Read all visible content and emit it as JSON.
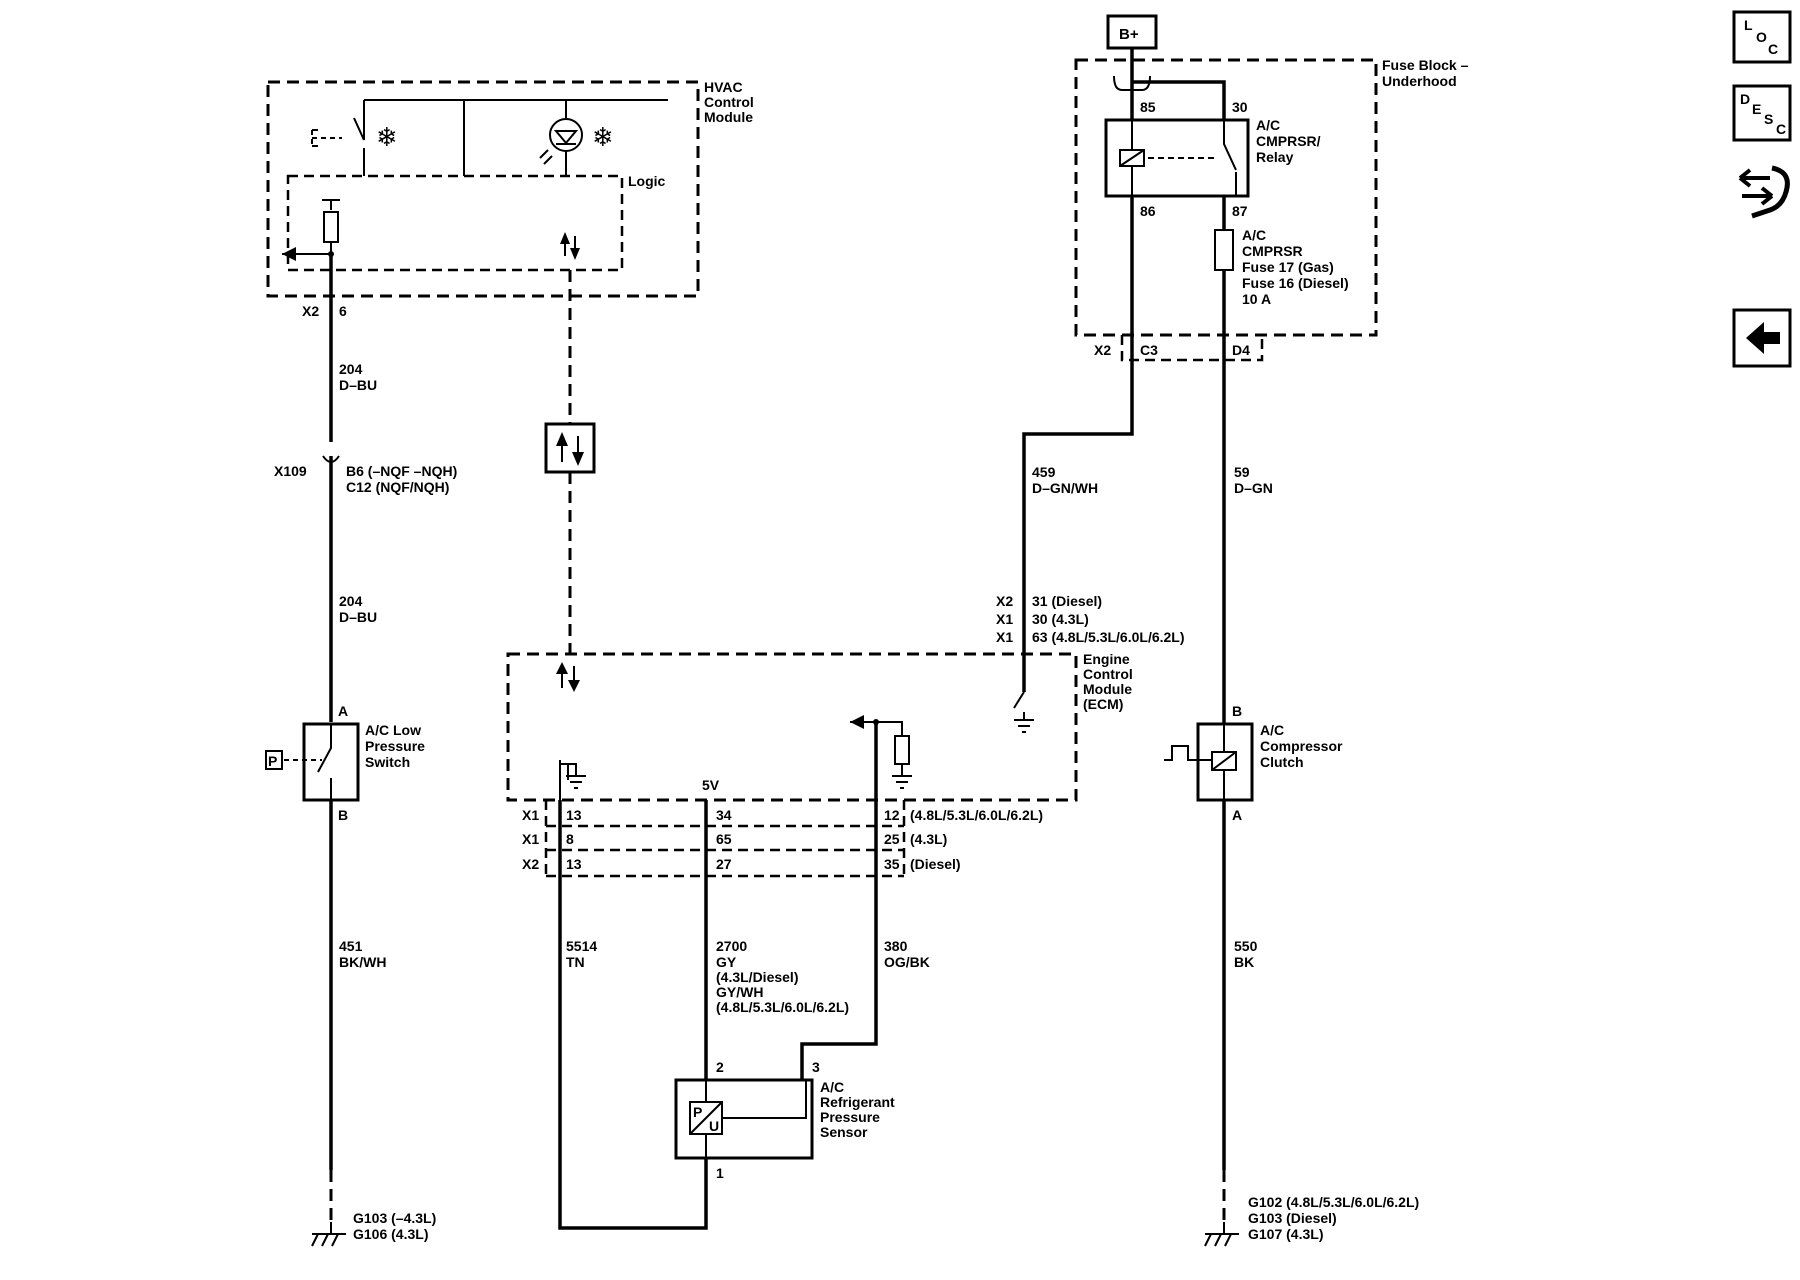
{
  "battery": {
    "label": "B+"
  },
  "hvac_module": {
    "name": [
      "HVAC",
      "Control",
      "Module"
    ],
    "logic": "Logic",
    "connector": "X2",
    "pin": "6"
  },
  "fuse_block": {
    "name": [
      "Fuse Block –",
      "Underhood"
    ]
  },
  "relay": {
    "pin85": "85",
    "pin30": "30",
    "pin86": "86",
    "pin87": "87",
    "name": [
      "A/C",
      "CMPRSR/",
      "Relay"
    ]
  },
  "fuse": {
    "lines": [
      "A/C",
      "CMPRSR",
      "Fuse 17 (Gas)",
      "Fuse 16 (Diesel)",
      "10 A"
    ]
  },
  "fuse_connector": {
    "x": "X2",
    "c3": "C3",
    "d4": "D4"
  },
  "wire_204_top": {
    "circuit": "204",
    "color": "D–BU"
  },
  "x109": {
    "name": "X109",
    "pins": [
      "B6 (–NQF –NQH)",
      "C12 (NQF/NQH)"
    ]
  },
  "wire_204_bottom": {
    "circuit": "204",
    "color": "D–BU"
  },
  "wire_459": {
    "circuit": "459",
    "color": "D–GN/WH"
  },
  "wire_59": {
    "circuit": "59",
    "color": "D–GN"
  },
  "ecm_pins_459": [
    {
      "conn": "X2",
      "pin": "31 (Diesel)"
    },
    {
      "conn": "X1",
      "pin": "30 (4.3L)"
    },
    {
      "conn": "X1",
      "pin": "63 (4.8L/5.3L/6.0L/6.2L)"
    }
  ],
  "ecm": {
    "name": [
      "Engine",
      "Control",
      "Module",
      "(ECM)"
    ],
    "v5": "5V"
  },
  "ecm_connector_rows": [
    {
      "conn": "X1",
      "a": "13",
      "b": "34",
      "c": "12",
      "note": "(4.8L/5.3L/6.0L/6.2L)"
    },
    {
      "conn": "X1",
      "a": "8",
      "b": "65",
      "c": "25",
      "note": "(4.3L)"
    },
    {
      "conn": "X2",
      "a": "13",
      "b": "27",
      "c": "35",
      "note": "(Diesel)"
    }
  ],
  "low_pressure_switch": {
    "pinA": "A",
    "pinB": "B",
    "name": [
      "A/C Low",
      "Pressure",
      "Switch"
    ],
    "symbol": "P"
  },
  "compressor_clutch": {
    "pinB": "B",
    "pinA": "A",
    "name": [
      "A/C",
      "Compressor",
      "Clutch"
    ]
  },
  "wire_451": {
    "circuit": "451",
    "color": "BK/WH"
  },
  "wire_5514": {
    "circuit": "5514",
    "color": "TN"
  },
  "wire_2700": {
    "circuit": "2700",
    "lines": [
      "GY",
      "(4.3L/Diesel)",
      "GY/WH",
      "(4.8L/5.3L/6.0L/6.2L)"
    ]
  },
  "wire_380": {
    "circuit": "380",
    "color": "OG/BK"
  },
  "wire_550": {
    "circuit": "550",
    "color": "BK"
  },
  "pressure_sensor": {
    "pin2": "2",
    "pin3": "3",
    "pin1": "1",
    "name": [
      "A/C",
      "Refrigerant",
      "Pressure",
      "Sensor"
    ],
    "sym_p": "P",
    "sym_u": "U"
  },
  "ground_left": {
    "lines": [
      "G103 (–4.3L)",
      "G106 (4.3L)"
    ]
  },
  "ground_right": {
    "lines": [
      "G102 (4.8L/5.3L/6.0L/6.2L)",
      "G103 (Diesel)",
      "G107 (4.3L)"
    ]
  },
  "nav": {
    "loc": {
      "l": "L",
      "o": "O",
      "c": "C"
    },
    "desc": {
      "d": "D",
      "e": "E",
      "s": "S",
      "c": "C"
    }
  }
}
